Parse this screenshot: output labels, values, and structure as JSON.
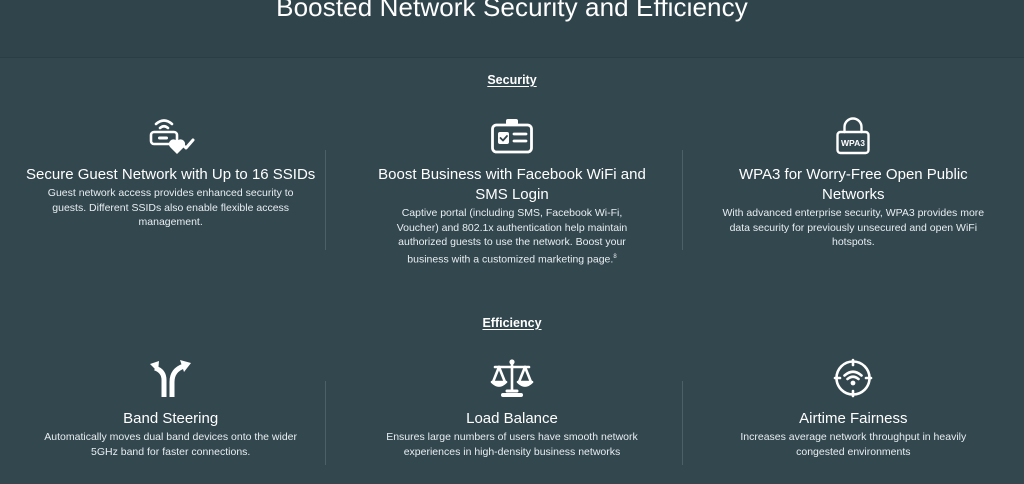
{
  "page": {
    "title": "Boosted Network Security and Efficiency"
  },
  "sections": {
    "security": {
      "label": "Security",
      "cards": [
        {
          "icon": "guest-network-shield-icon",
          "title": "Secure Guest Network with Up to 16 SSIDs",
          "description": "Guest network access provides enhanced security to guests. Different SSIDs also enable flexible access management."
        },
        {
          "icon": "captive-portal-id-icon",
          "title": "Boost Business with Facebook WiFi and SMS Login",
          "description": "Captive portal (including SMS, Facebook Wi-Fi, Voucher) and 802.1x authentication help maintain authorized guests to use the network. Boost your business with a customized marketing page.",
          "footnote": "8"
        },
        {
          "icon": "wpa3-lock-icon",
          "icon_text": "WPA3",
          "title": "WPA3 for Worry-Free Open Public Networks",
          "description": "With advanced enterprise security, WPA3 provides more data security for previously unsecured and open WiFi hotspots."
        }
      ]
    },
    "efficiency": {
      "label": "Efficiency",
      "cards": [
        {
          "icon": "band-steering-arrows-icon",
          "title": "Band Steering",
          "description": "Automatically moves dual band devices onto the wider 5GHz band for faster connections."
        },
        {
          "icon": "balance-scale-icon",
          "title": "Load Balance",
          "description": "Ensures large numbers of users have smooth network experiences in high-density business networks"
        },
        {
          "icon": "airtime-fairness-wifi-icon",
          "title": "Airtime Fairness",
          "description": "Increases average network throughput in heavily congested environments"
        }
      ]
    }
  },
  "colors": {
    "background": "#33474f",
    "top_band": "#30444c",
    "divider": "#4c6068",
    "text": "#ffffff"
  }
}
